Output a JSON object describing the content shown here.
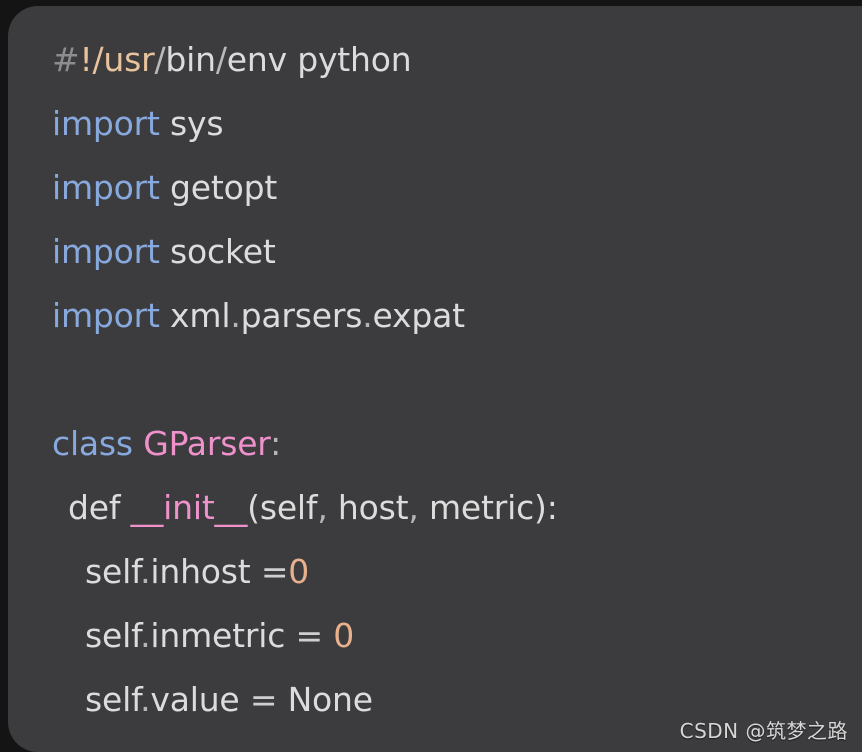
{
  "card": {
    "background_color": "#3c3c3f",
    "page_background_color": "#141414",
    "language": "python"
  },
  "colors": {
    "comment": "#8d8d8d",
    "path": "#e9c39c",
    "plain_text": "#dcdcdc",
    "keyword": "#87a9dd",
    "class_name": "#ef92cb",
    "function_name": "#ef92cb",
    "number": "#e8b08c",
    "punctuation": "#b5b5b5"
  },
  "code": {
    "lines": [
      {
        "indent": 0,
        "tokens": [
          {
            "text": "#",
            "type": "comment"
          },
          {
            "text": "!/usr",
            "type": "path"
          },
          {
            "text": "/",
            "type": "dim"
          },
          {
            "text": "bin",
            "type": "plain"
          },
          {
            "text": "/",
            "type": "dim"
          },
          {
            "text": "env python",
            "type": "plain"
          }
        ]
      },
      {
        "indent": 0,
        "tokens": [
          {
            "text": "import",
            "type": "keyword"
          },
          {
            "text": " sys",
            "type": "plain"
          }
        ]
      },
      {
        "indent": 0,
        "tokens": [
          {
            "text": "import",
            "type": "keyword"
          },
          {
            "text": " getopt",
            "type": "plain"
          }
        ]
      },
      {
        "indent": 0,
        "tokens": [
          {
            "text": "import",
            "type": "keyword"
          },
          {
            "text": " socket",
            "type": "plain"
          }
        ]
      },
      {
        "indent": 0,
        "tokens": [
          {
            "text": "import",
            "type": "keyword"
          },
          {
            "text": " xml",
            "type": "plain"
          },
          {
            "text": ".",
            "type": "punct"
          },
          {
            "text": "parsers",
            "type": "plain"
          },
          {
            "text": ".",
            "type": "punct"
          },
          {
            "text": "expat",
            "type": "plain"
          }
        ]
      },
      {
        "indent": 0,
        "blank": true,
        "tokens": []
      },
      {
        "indent": 0,
        "tokens": [
          {
            "text": "class",
            "type": "keyword"
          },
          {
            "text": " ",
            "type": "plain"
          },
          {
            "text": "GParser",
            "type": "classname"
          },
          {
            "text": ":",
            "type": "punct"
          }
        ]
      },
      {
        "indent": 1,
        "tokens": [
          {
            "text": "def ",
            "type": "plain"
          },
          {
            "text": "__init__",
            "type": "func"
          },
          {
            "text": "(self",
            "type": "plain"
          },
          {
            "text": ",",
            "type": "punct"
          },
          {
            "text": " host",
            "type": "plain"
          },
          {
            "text": ",",
            "type": "punct"
          },
          {
            "text": " metric",
            "type": "plain"
          },
          {
            "text": "):",
            "type": "plain"
          }
        ]
      },
      {
        "indent": 2,
        "tokens": [
          {
            "text": "self",
            "type": "plain"
          },
          {
            "text": ".",
            "type": "punct"
          },
          {
            "text": "inhost ",
            "type": "plain"
          },
          {
            "text": "=",
            "type": "op"
          },
          {
            "text": "0",
            "type": "number"
          }
        ]
      },
      {
        "indent": 2,
        "tokens": [
          {
            "text": "self",
            "type": "plain"
          },
          {
            "text": ".",
            "type": "punct"
          },
          {
            "text": "inmetric ",
            "type": "plain"
          },
          {
            "text": "=",
            "type": "op"
          },
          {
            "text": " ",
            "type": "plain"
          },
          {
            "text": "0",
            "type": "number"
          }
        ]
      },
      {
        "indent": 2,
        "tokens": [
          {
            "text": "self",
            "type": "plain"
          },
          {
            "text": ".",
            "type": "punct"
          },
          {
            "text": "value ",
            "type": "plain"
          },
          {
            "text": "=",
            "type": "op"
          },
          {
            "text": " None",
            "type": "plain"
          }
        ]
      }
    ]
  },
  "watermark": {
    "text": "CSDN @筑梦之路"
  }
}
